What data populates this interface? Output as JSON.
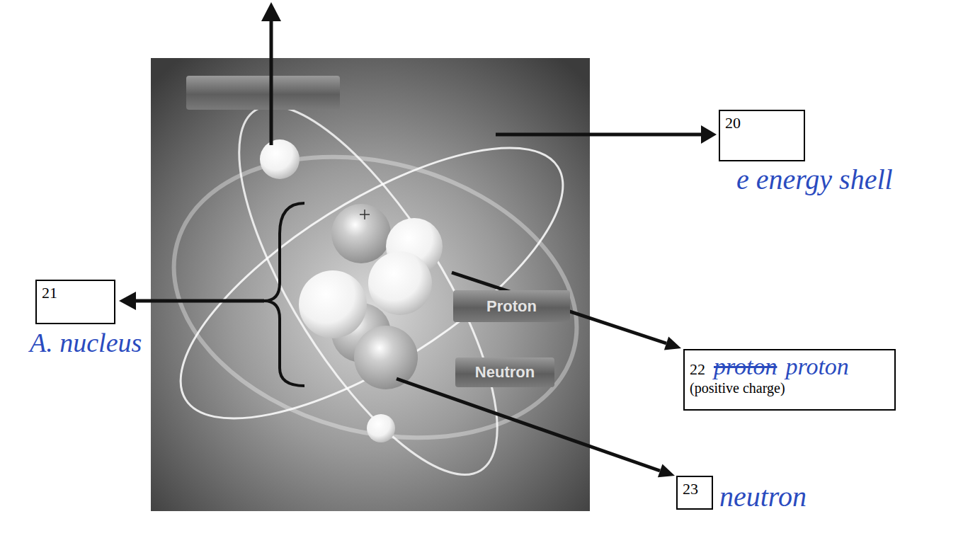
{
  "diagram": {
    "nodes": [
      {
        "text": [
          "20"
        ]
      },
      {
        "text": [
          "21"
        ]
      },
      {
        "text": [
          "22",
          "proton",
          "proton",
          "(positive charge)"
        ]
      },
      {
        "text": [
          "23"
        ]
      }
    ],
    "labels": [
      "e energy shell",
      "A. nucleus",
      "Proton",
      "Neutron",
      "neutron"
    ]
  }
}
